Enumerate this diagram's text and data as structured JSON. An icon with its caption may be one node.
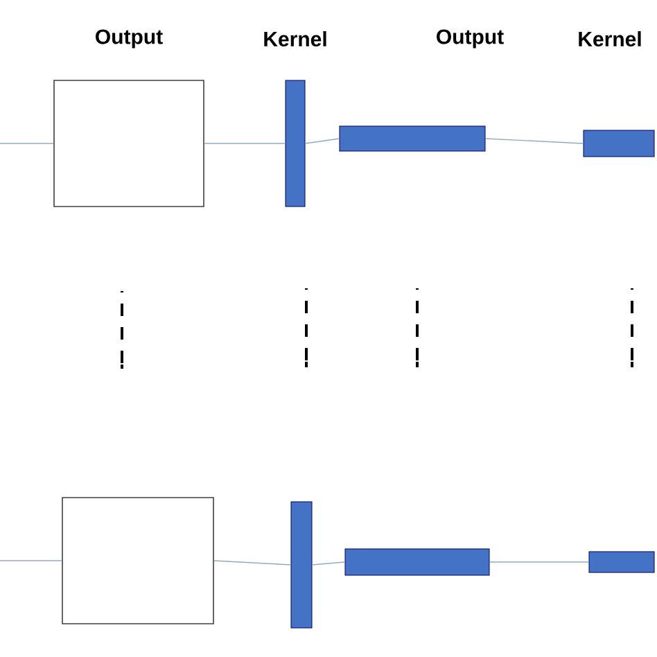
{
  "diagram": {
    "nodes": [
      {
        "text": [
          "Output"
        ]
      },
      {
        "text": [
          "Kernel"
        ]
      },
      {
        "text": [
          "Output"
        ]
      },
      {
        "text": [
          "Kernel"
        ]
      },
      {
        "text": [],
        "shape": "box"
      },
      {
        "text": [],
        "shape": "bar"
      },
      {
        "text": [],
        "shape": "bar"
      },
      {
        "text": [],
        "shape": "bar"
      }
    ],
    "edges": [
      {
        "from": null,
        "to": 0,
        "arrow": "none"
      },
      {
        "from": 0,
        "to": 1,
        "arrow": "none"
      },
      {
        "from": 1,
        "to": 2,
        "arrow": "none"
      },
      {
        "from": 2,
        "to": 3,
        "arrow": "none"
      },
      {
        "from": null,
        "to": 4,
        "arrow": "none"
      },
      {
        "from": 4,
        "to": 5,
        "arrow": "none"
      },
      {
        "from": 5,
        "to": 6,
        "arrow": "none"
      },
      {
        "from": 6,
        "to": 7,
        "arrow": "none"
      }
    ]
  }
}
